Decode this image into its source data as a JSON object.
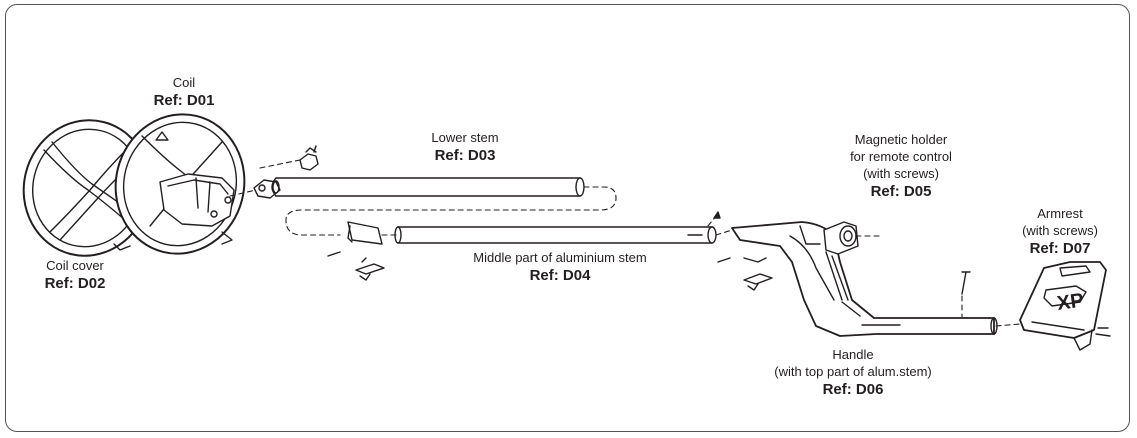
{
  "parts": {
    "coil": {
      "name": "Coil",
      "ref": "Ref: D01"
    },
    "coil_cover": {
      "name": "Coil cover",
      "ref": "Ref: D02"
    },
    "lower_stem": {
      "name": "Lower stem",
      "ref": "Ref: D03"
    },
    "middle_stem": {
      "name": "Middle part of aluminium stem",
      "ref": "Ref: D04"
    },
    "magnetic_holder": {
      "line1": "Magnetic holder",
      "line2": "for remote control",
      "line3": "(with screws)",
      "ref": "Ref: D05"
    },
    "handle": {
      "line1": "Handle",
      "line2": "(with top part of alum.stem)",
      "ref": "Ref: D06"
    },
    "armrest": {
      "line1": "Armrest",
      "line2": "(with screws)",
      "ref": "Ref: D07"
    }
  },
  "logo_text": "XP",
  "colors": {
    "line": "#231f20",
    "frame": "#555555",
    "background": "#ffffff"
  }
}
